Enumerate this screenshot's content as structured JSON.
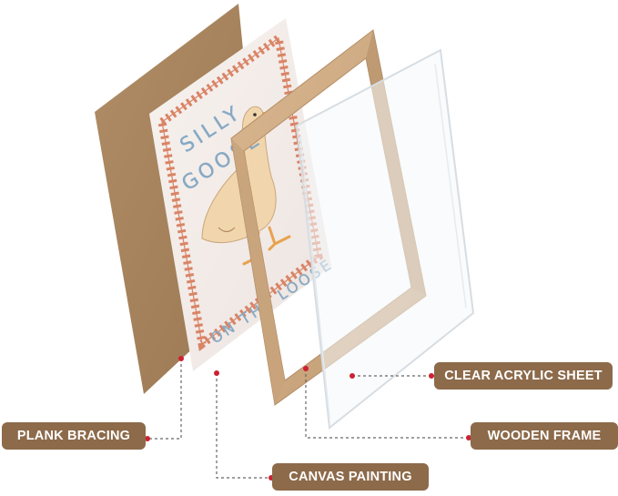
{
  "colors": {
    "label_bg": "#8c6a4a",
    "label_text": "#ffffff",
    "cardboard": "#a3805a",
    "frame_wood": "#cda982",
    "canvas_bg": "#f3ece9",
    "border_orange": "#d98466",
    "goose_body": "#f1d6ad",
    "goose_feet": "#e8a24f",
    "lettering_blue": "#87a9c4",
    "marker_red": "#cc2233",
    "leader_line": "#666666"
  },
  "artwork": {
    "line1": "SILLY",
    "line2": "GOOSE",
    "line3": "ON THE LOOSE"
  },
  "labels": {
    "plank_bracing": "PLANK BRACING",
    "canvas_painting": "CANVAS PAINTING",
    "clear_acrylic_sheet": "CLEAR ACRYLIC SHEET",
    "wooden_frame": "WOODEN FRAME"
  }
}
